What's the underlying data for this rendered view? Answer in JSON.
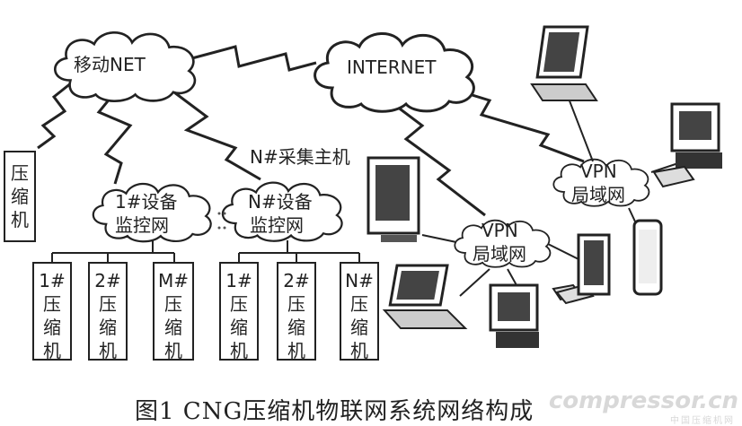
{
  "clouds": {
    "mobile_net": "移动NET",
    "internet": "INTERNET",
    "site1_line1": "1#设备",
    "site1_line2": "监控网",
    "siteN_line1": "N#设备",
    "siteN_line2": "监控网",
    "vpn1_line1": "VPN",
    "vpn1_line2": "局域网",
    "vpn2_line1": "VPN",
    "vpn2_line2": "局域网"
  },
  "standalone_compressor": [
    "压",
    "缩",
    "机"
  ],
  "collector_label": "N#采集主机",
  "group1": [
    [
      "1#",
      "压",
      "缩",
      "机"
    ],
    [
      "2#",
      "压",
      "缩",
      "机"
    ],
    [
      "M#",
      "压",
      "缩",
      "机"
    ]
  ],
  "groupN": [
    [
      "1#",
      "压",
      "缩",
      "机"
    ],
    [
      "2#",
      "压",
      "缩",
      "机"
    ],
    [
      "N#",
      "压",
      "缩",
      "机"
    ]
  ],
  "caption": "图1  CNG压缩机物联网系统网络构成",
  "watermark": "compressor.cn",
  "watermark_sub": "中国压缩机网"
}
